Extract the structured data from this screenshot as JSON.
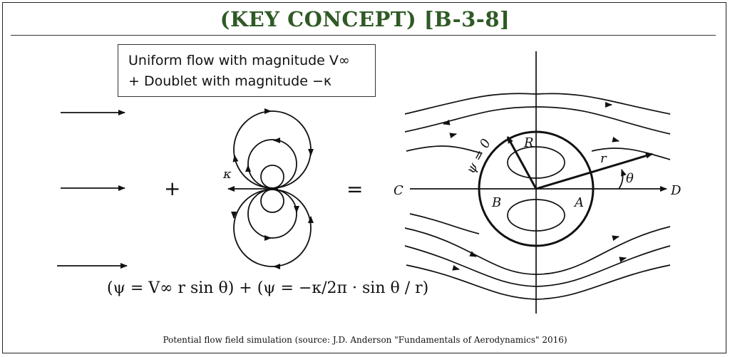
{
  "title": "(KEY CONCEPT) [B-3-8]",
  "definition_box": {
    "line1": "Uniform flow with magnitude V∞",
    "line2": "+ Doublet with magnitude −κ"
  },
  "operators": {
    "plus": "+",
    "equals": "="
  },
  "doublet_label": "κ",
  "flow_labels": {
    "C": "C",
    "D": "D",
    "A": "A",
    "B": "B",
    "R": "R",
    "r": "r",
    "theta": "θ",
    "psi_zero": "ψ = 0"
  },
  "formula": "(ψ = V∞ r sin θ) + (ψ = −κ/2π · sin θ / r)",
  "caption": "Potential flow field simulation (source: J.D. Anderson \"Fundamentals of Aerodynamics\" 2016)"
}
